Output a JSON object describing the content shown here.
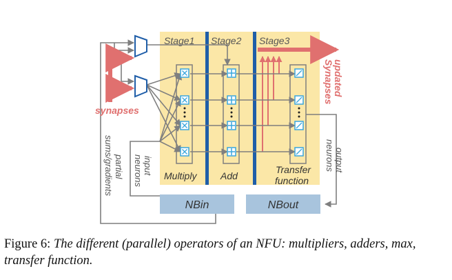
{
  "stages": {
    "stage1": "Stage1",
    "stage2": "Stage2",
    "stage3": "Stage3",
    "multiply": "Multiply",
    "add": "Add",
    "transfer_line1": "Transfer",
    "transfer_line2": "function"
  },
  "labels": {
    "synapses": "synapses",
    "partial_line1": "partial",
    "partial_line2": "sums/gradients",
    "input_line1": "input",
    "input_line2": "neurons",
    "output_line1": "output",
    "output_line2": "neurons",
    "updated_line1": "updated",
    "updated_line2": "Synapses"
  },
  "buffers": {
    "nbin": "NBin",
    "nbout": "NBout"
  },
  "caption": {
    "prefix": "Figure 6:",
    "text": "The different (parallel) operators of an NFU: multipliers, adders, max, transfer function."
  },
  "colors": {
    "stage_fill": "#fbe7a7",
    "divider": "#1f5ea8",
    "arrow_red": "#e0706f",
    "wire_grey": "#7f7f7f",
    "buffer_fill": "#a8c4dd",
    "cell_blue": "#39a6dd"
  }
}
